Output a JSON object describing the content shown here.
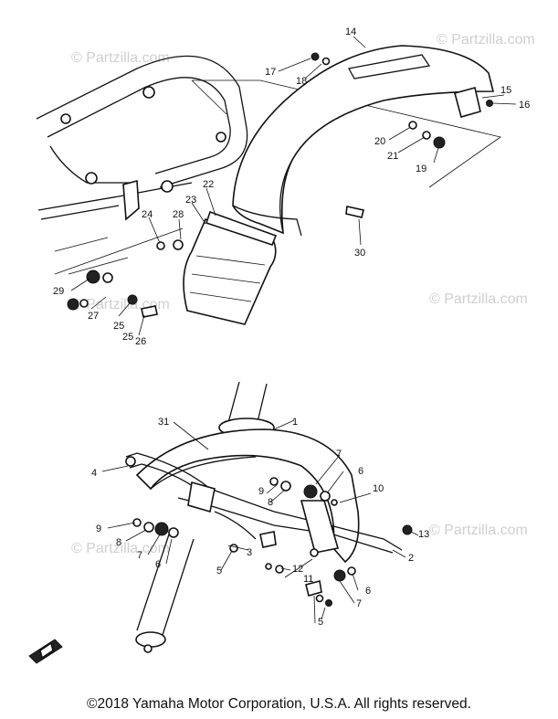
{
  "watermark": "© Partzilla.com",
  "copyright": "©2018 Yamaha Motor Corporation, U.S.A. All rights reserved.",
  "callouts": {
    "c1": "1",
    "c2": "2",
    "c3": "3",
    "c4": "4",
    "c5a": "5",
    "c5b": "5",
    "c6a": "6",
    "c6b": "6",
    "c6c": "6",
    "c7a": "7",
    "c7b": "7",
    "c7c": "7",
    "c8a": "8",
    "c8b": "8",
    "c9a": "9",
    "c9b": "9",
    "c10": "10",
    "c11": "11",
    "c12": "12",
    "c13": "13",
    "c14": "14",
    "c15": "15",
    "c16": "16",
    "c17": "17",
    "c18": "18",
    "c19": "19",
    "c20": "20",
    "c21": "21",
    "c22": "22",
    "c23": "23",
    "c24": "24",
    "c25a": "25",
    "c25b": "25",
    "c26": "26",
    "c27": "27",
    "c28": "28",
    "c29": "29",
    "c30": "30",
    "c31": "31"
  }
}
